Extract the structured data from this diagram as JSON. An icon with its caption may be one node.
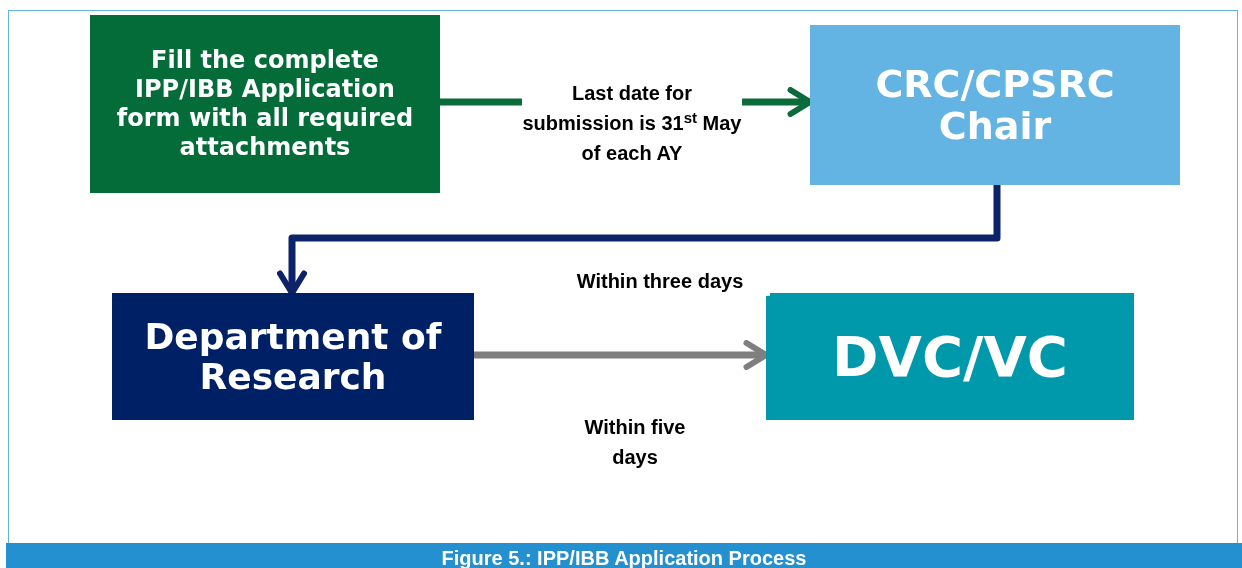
{
  "diagram": {
    "caption": "Figure 5.: IPP/IBB Application Process",
    "nodes": [
      {
        "text": [
          "Fill the complete IPP/IBB Application form with all required attachments"
        ]
      },
      {
        "text": [
          "CRC/CPSRC Chair"
        ]
      },
      {
        "text": [
          "Department of Research"
        ]
      },
      {
        "text": [
          "DVC/VC"
        ]
      }
    ],
    "edges": [
      {
        "from": 0,
        "to": 1,
        "arrow": "to",
        "label": "Last date for submission is 31$^{st}$ May of each AY",
        "color": "#0b6b3a"
      },
      {
        "from": 1,
        "to": 2,
        "arrow": "to",
        "label": "Within three days",
        "color": "#0d2369"
      },
      {
        "from": 2,
        "to": 3,
        "arrow": "to",
        "label": "Within five days",
        "color": "#7f7f7f"
      }
    ]
  }
}
